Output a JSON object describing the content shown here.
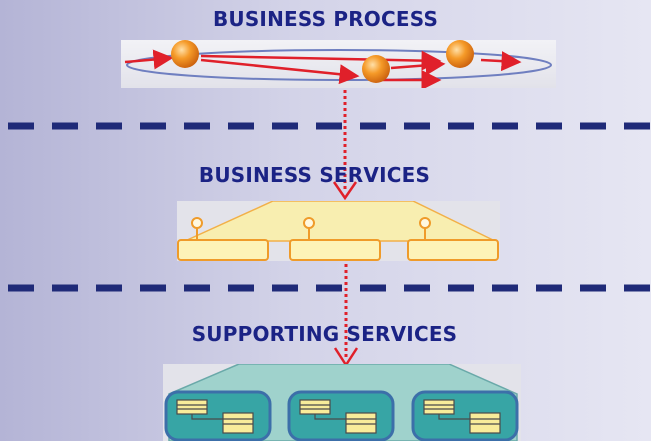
{
  "layers": {
    "process": {
      "title": "BUSINESS PROCESS"
    },
    "business_services": {
      "title": "BUSINESS SERVICES"
    },
    "supporting_services": {
      "title": "SUPPORTING SERVICES"
    }
  },
  "colors": {
    "title": "#1b2385",
    "divider": "#1f2a78",
    "arrow": "#e0202a",
    "process_node": "#f2891a",
    "service_fill": "#fdf3b8",
    "service_stroke": "#f0a030",
    "support_fill": "#3aa6a6",
    "support_stroke": "#3a6ea8"
  },
  "icons": {
    "process_node": "orange-sphere-icon",
    "service_endpoint": "lollipop-interface-icon",
    "component": "component-box-icon"
  }
}
